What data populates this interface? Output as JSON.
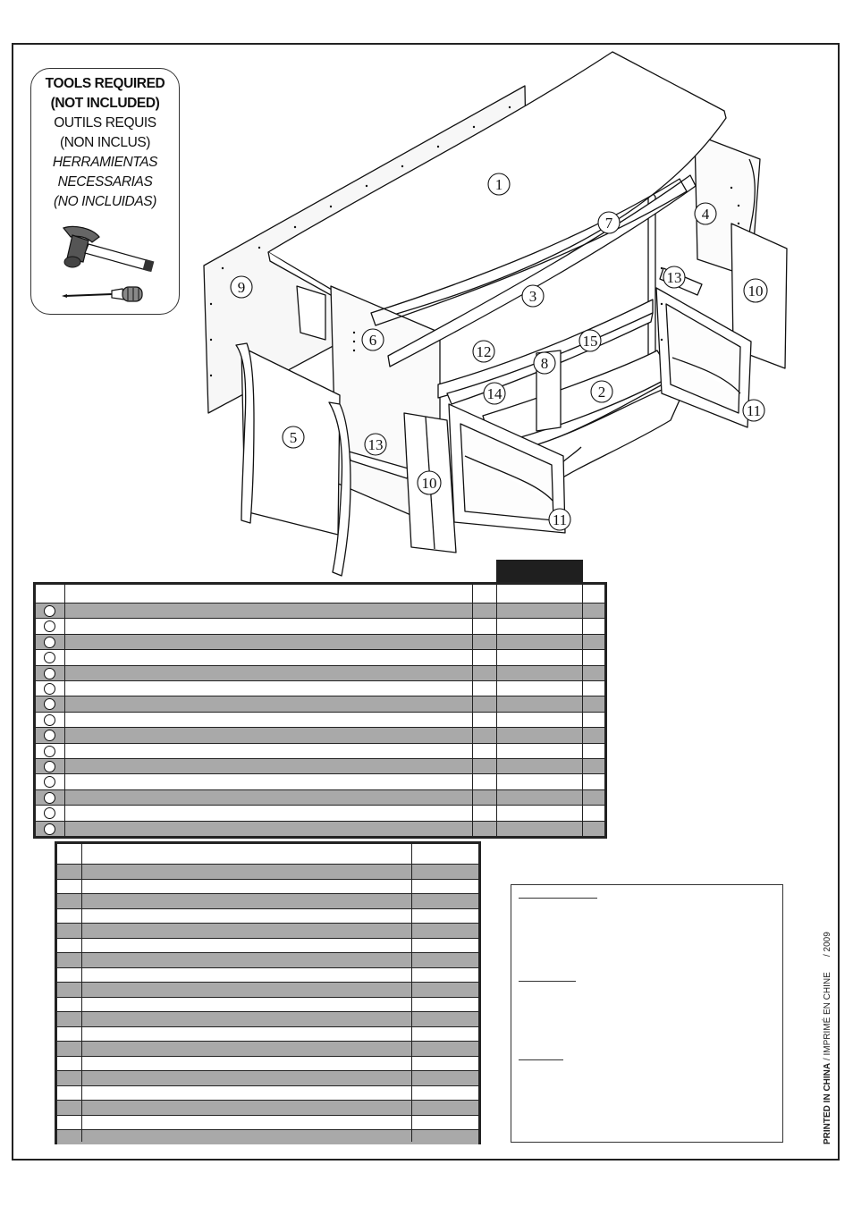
{
  "tools_box": {
    "line1": "TOOLS REQUIRED",
    "line2": "(NOT INCLUDED)",
    "line3": "OUTILS REQUIS",
    "line4": "(NON INCLUS)",
    "line5": "HERRAMIENTAS",
    "line6": "NECESSARIAS",
    "line7": "(NO INCLUIDAS)",
    "icons": [
      "hammer-icon",
      "screwdriver-icon"
    ]
  },
  "diagram": {
    "part_labels": [
      "1",
      "2",
      "3",
      "4",
      "5",
      "6",
      "7",
      "8",
      "9",
      "10",
      "10",
      "11",
      "11",
      "12",
      "13",
      "13",
      "14",
      "15"
    ]
  },
  "parts_table": {
    "row_count": 15
  },
  "hardware_table": {
    "row_count": 19
  },
  "footer": {
    "printed_bold": "PRINTED IN CHINA",
    "printed_rest": " / IMPRIMÉ EN CHINE",
    "year": "/ 2009"
  }
}
